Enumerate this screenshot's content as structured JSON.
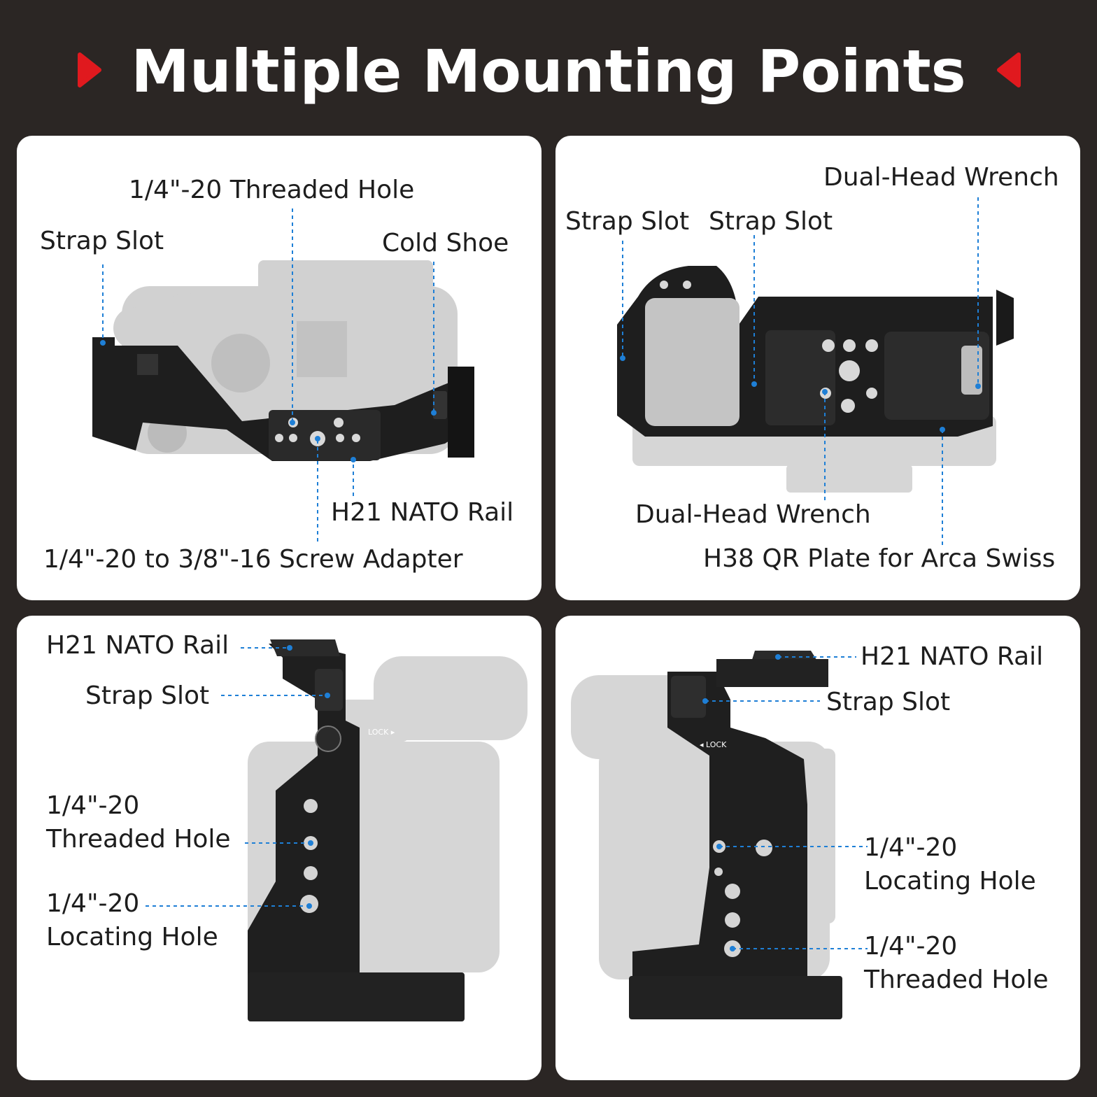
{
  "header": {
    "title": "Multiple Mounting Points",
    "accent_color": "#e0191e",
    "background_color": "#2b2624"
  },
  "panels": [
    {
      "view": "top",
      "labels": {
        "threaded_hole": "1/4\"-20 Threaded Hole",
        "strap_slot": "Strap Slot",
        "cold_shoe": "Cold Shoe",
        "nato_rail": "H21 NATO Rail",
        "screw_adapter": "1/4\"-20 to 3/8\"-16 Screw Adapter"
      }
    },
    {
      "view": "bottom",
      "labels": {
        "dual_head_wrench_top": "Dual-Head Wrench",
        "strap_slot_1": "Strap Slot",
        "strap_slot_2": "Strap Slot",
        "dual_head_wrench_bottom": "Dual-Head Wrench",
        "qr_plate": "H38 QR Plate for Arca Swiss"
      }
    },
    {
      "view": "left-side",
      "labels": {
        "nato_rail": "H21 NATO Rail",
        "strap_slot": "Strap Slot",
        "threaded_hole_line1": "1/4\"-20",
        "threaded_hole_line2": "Threaded Hole",
        "locating_hole_line1": "1/4\"-20",
        "locating_hole_line2": "Locating Hole",
        "lock_text": "LOCK ▸"
      }
    },
    {
      "view": "right-side",
      "labels": {
        "nato_rail": "H21 NATO Rail",
        "strap_slot": "Strap Slot",
        "locating_hole_line1": "1/4\"-20",
        "locating_hole_line2": "Locating Hole",
        "threaded_hole_line1": "1/4\"-20",
        "threaded_hole_line2": "Threaded Hole",
        "lock_text": "◂ LOCK"
      }
    }
  ],
  "callout_color": "#1e7fd6"
}
